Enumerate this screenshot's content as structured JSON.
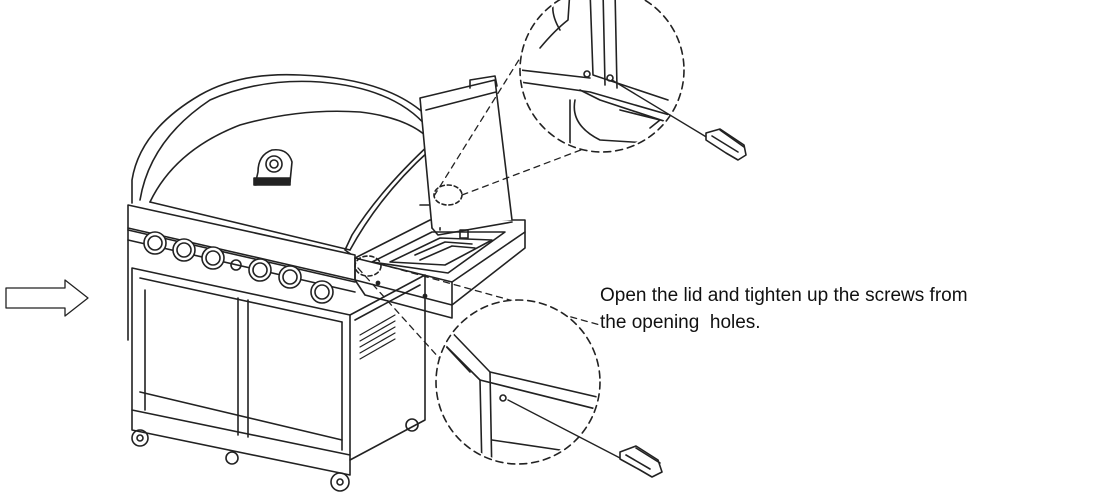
{
  "instruction": {
    "line1": "Open the lid and tighten up the screws from",
    "line2": "the opening  holes."
  },
  "icons": {
    "step_arrow": "hollow-right-arrow-icon",
    "screwdriver": "screwdriver-icon",
    "grill": "gas-grill-illustration",
    "magnifier": "dashed-circle-detail-icon"
  },
  "colors": {
    "line": "#222222",
    "background": "#ffffff"
  }
}
